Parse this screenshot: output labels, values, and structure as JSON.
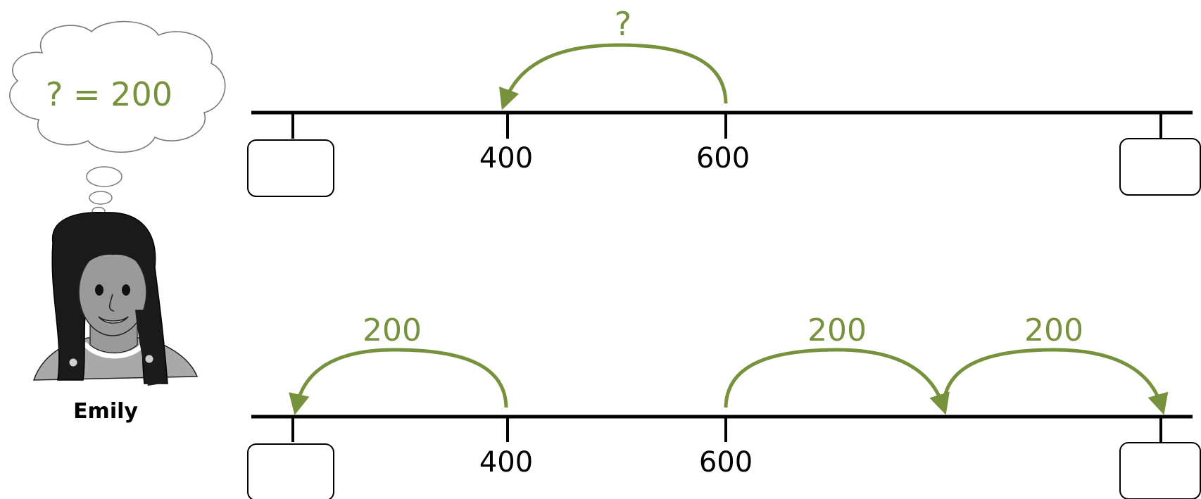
{
  "colors": {
    "accent": "#76923c",
    "line": "#000000",
    "skin": "#9a9a9a",
    "hair": "#1a1a1a",
    "shirt": "#a9a9a9"
  },
  "thought_bubble": {
    "text": "? = 200"
  },
  "character": {
    "name": "Emily",
    "icon": "girl-portrait-icon"
  },
  "top_line": {
    "ticks": [
      {
        "label": ""
      },
      {
        "label": "400"
      },
      {
        "label": "600"
      },
      {
        "label": ""
      }
    ],
    "answer_boxes": [
      "",
      ""
    ],
    "jump": {
      "label": "?",
      "direction": "left",
      "from": "600",
      "to": "400"
    }
  },
  "bottom_line": {
    "ticks": [
      {
        "label": ""
      },
      {
        "label": "400"
      },
      {
        "label": "600"
      },
      {
        "label": ""
      }
    ],
    "answer_boxes": [
      "",
      ""
    ],
    "jumps": [
      {
        "label": "200",
        "direction": "left",
        "from": "400",
        "to": "200"
      },
      {
        "label": "200",
        "direction": "right",
        "from": "600",
        "to": "800"
      },
      {
        "label": "200",
        "direction": "right",
        "from": "800",
        "to": "1000"
      }
    ]
  }
}
